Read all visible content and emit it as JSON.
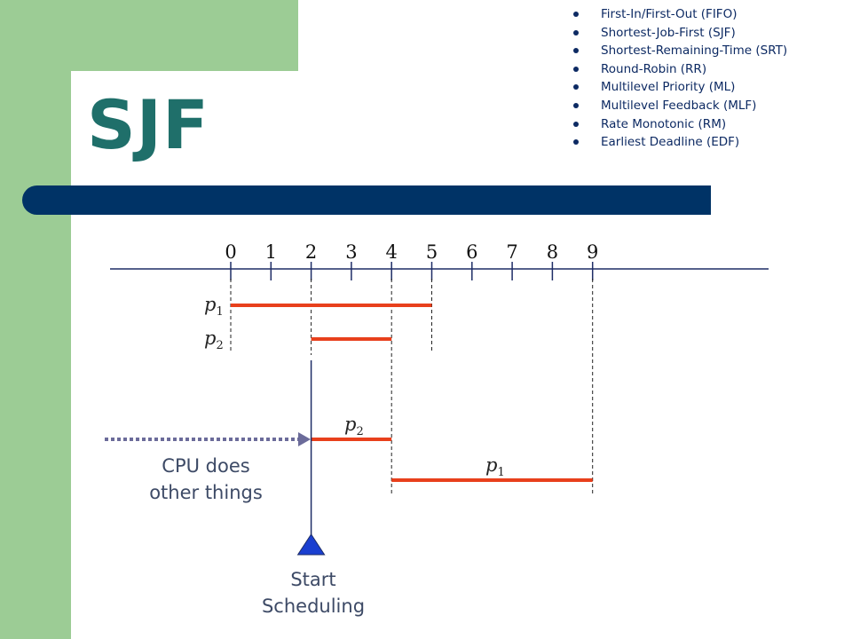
{
  "slide": {
    "title": "SJF",
    "algorithms": [
      "First-In/First-Out (FIFO)",
      "Shortest-Job-First (SJF)",
      "Shortest-Remaining-Time (SRT)",
      "Round-Robin (RR)",
      "Multilevel Priority (ML)",
      "Multilevel Feedback (MLF)",
      "Rate Monotonic (RM)",
      "Earliest Deadline (EDF)"
    ]
  },
  "timeline": {
    "ticks": [
      "0",
      "1",
      "2",
      "3",
      "4",
      "5",
      "6",
      "7",
      "8",
      "9"
    ],
    "arrival": [
      {
        "process": "p",
        "subscript": "1",
        "start": 0,
        "end": 5
      },
      {
        "process": "p",
        "subscript": "2",
        "start": 2,
        "end": 4
      }
    ],
    "schedule": [
      {
        "process": "p",
        "subscript": "2",
        "start": 2,
        "end": 4
      },
      {
        "process": "p",
        "subscript": "1",
        "start": 4,
        "end": 9
      }
    ]
  },
  "annotations": {
    "cpu_line1": "CPU does",
    "cpu_line2": "other things",
    "start_line1": "Start",
    "start_line2": "Scheduling"
  },
  "colors": {
    "green": "#9ccc95",
    "title": "#1f6f6a",
    "navy": "#003366",
    "bar": "#e8401c",
    "arrow": "#6b6b9a",
    "triangle": "#1a3fd0"
  }
}
